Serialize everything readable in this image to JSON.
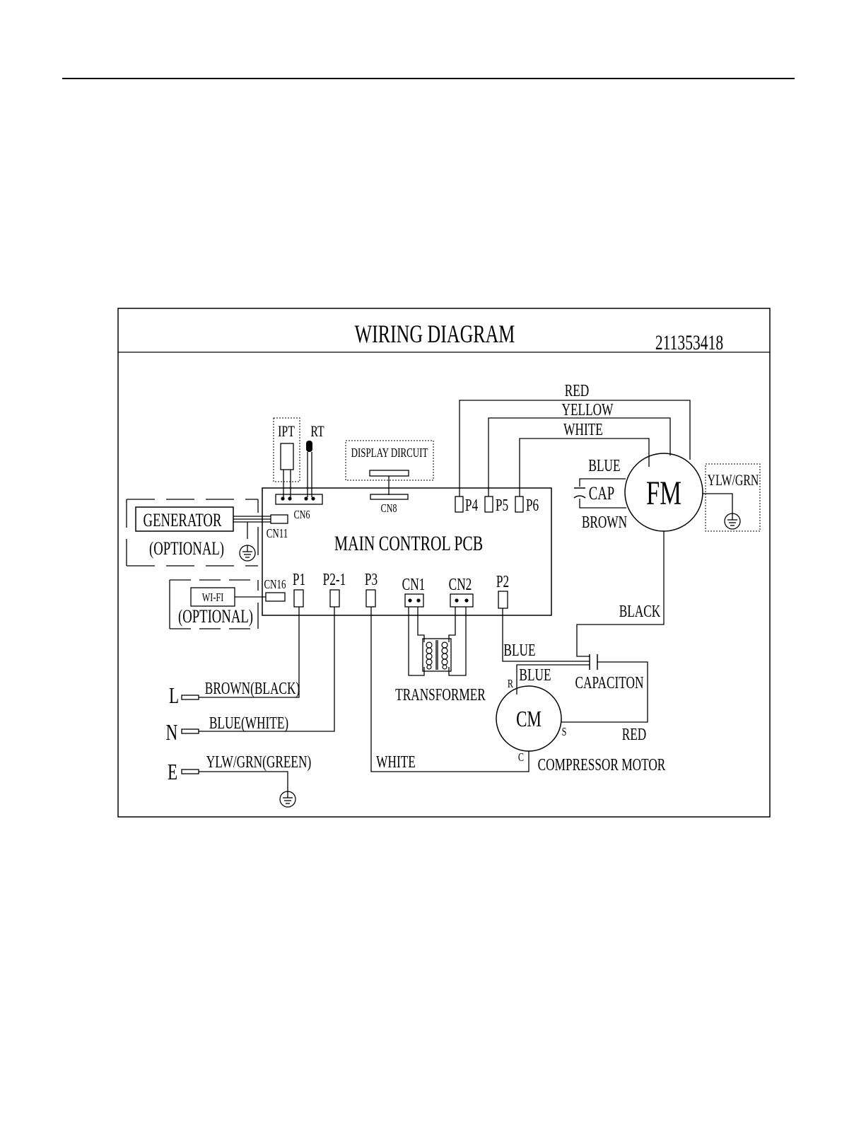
{
  "page": {
    "background": "#ffffff",
    "ink": "#000000"
  },
  "diagram": {
    "title": "WIRING DIAGRAM",
    "part_number": "211353418",
    "main_board": "MAIN CONTROL PCB",
    "components": {
      "ipt": "IPT",
      "rt": "RT",
      "display": "DISPLAY DIRCUIT",
      "generator": "GENERATOR",
      "generator_optional": "(OPTIONAL)",
      "wifi": "WI-FI",
      "wifi_optional": "(OPTIONAL)",
      "fan_motor": "FM",
      "fan_cap": "CAP",
      "compressor": "CM",
      "compressor_label": "COMPRESSOR MOTOR",
      "capacitor_label": "CAPACITON",
      "transformer": "TRANSFORMER"
    },
    "connectors": {
      "cn6": "CN6",
      "cn8": "CN8",
      "cn11": "CN11",
      "cn16": "CN16",
      "cn1": "CN1",
      "cn2": "CN2",
      "p1": "P1",
      "p2_1": "P2-1",
      "p3": "P3",
      "p2": "P2",
      "p4": "P4",
      "p5": "P5",
      "p6": "P6"
    },
    "terminals": {
      "r": "R",
      "s": "S",
      "c": "C"
    },
    "supply": {
      "l": "L",
      "n": "N",
      "e": "E"
    },
    "wires": {
      "red": "RED",
      "yellow": "YELLOW",
      "white": "WHITE",
      "blue_fan": "BLUE",
      "brown_fan": "BROWN",
      "ylw_grn": "YLW/GRN",
      "black": "BLACK",
      "blue_p2": "BLUE",
      "blue_r": "BLUE",
      "red_s": "RED",
      "white_c": "WHITE",
      "l_wire": "BROWN(BLACK)",
      "n_wire": "BLUE(WHITE)",
      "e_wire": "YLW/GRN(GREEN)"
    }
  }
}
